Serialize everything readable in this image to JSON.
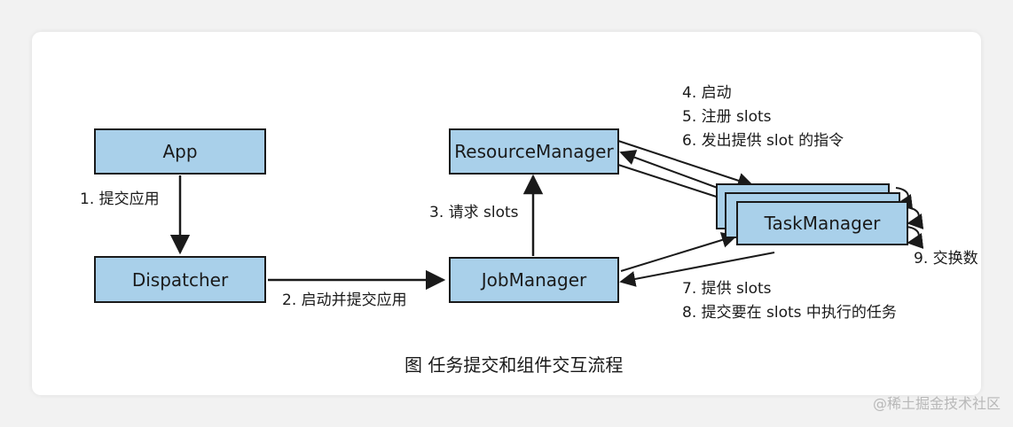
{
  "boxes": {
    "app": "App",
    "dispatcher": "Dispatcher",
    "resource_manager": "ResourceManager",
    "job_manager": "JobManager",
    "task_manager": "TaskManager"
  },
  "steps": {
    "s1": "1. 提交应用",
    "s2": "2. 启动并提交应用",
    "s3": "3. 请求 slots",
    "s4": "4. 启动",
    "s5": "5. 注册 slots",
    "s6": "6. 发出提供 slot 的指令",
    "s7": "7. 提供 slots",
    "s8": "8. 提交要在 slots 中执行的任务",
    "s9": "9. 交换数"
  },
  "caption": "图  任务提交和组件交互流程",
  "watermark": "@稀土掘金技术社区",
  "colors": {
    "box_fill": "#a9d0ea",
    "line": "#1a1a1a"
  }
}
